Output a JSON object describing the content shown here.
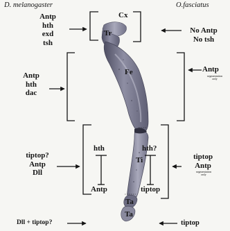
{
  "headers": {
    "left_species": "D. melanogaster",
    "right_species": "O.fasciatus"
  },
  "segments": {
    "coxa": "Cx",
    "trochanter": "Tr",
    "femur": "Fe",
    "tibia": "Ti",
    "tarsus_1": "Ta",
    "tarsus_2": "Ta"
  },
  "left_groups": {
    "coxa_trochanter": [
      "Antp",
      "hth",
      "exd",
      "tsh"
    ],
    "femur": [
      "Antp",
      "hth",
      "dac"
    ],
    "tibia_tarsus": [
      "tiptop?",
      "Antp",
      "Dll"
    ],
    "distal": "Dll + tiptop?"
  },
  "inner_labels": {
    "left_hth": "hth",
    "right_hth": "hth?",
    "left_antp": "Antp",
    "right_tiptop": "tiptop"
  },
  "right_groups": {
    "coxa_trochanter": [
      "No Antp",
      "No tsh"
    ],
    "femur_gene": "Antp",
    "femur_note": [
      "segmentation",
      "only"
    ],
    "tibia_genes": [
      "tiptop",
      "Antp"
    ],
    "tibia_note": [
      "segmentation",
      "only"
    ],
    "distal": "tiptop"
  },
  "colors": {
    "background": "#f6f6f3",
    "ink": "#141414",
    "leg_dark": "#5d5d72",
    "leg_light": "#a5a5b8"
  }
}
